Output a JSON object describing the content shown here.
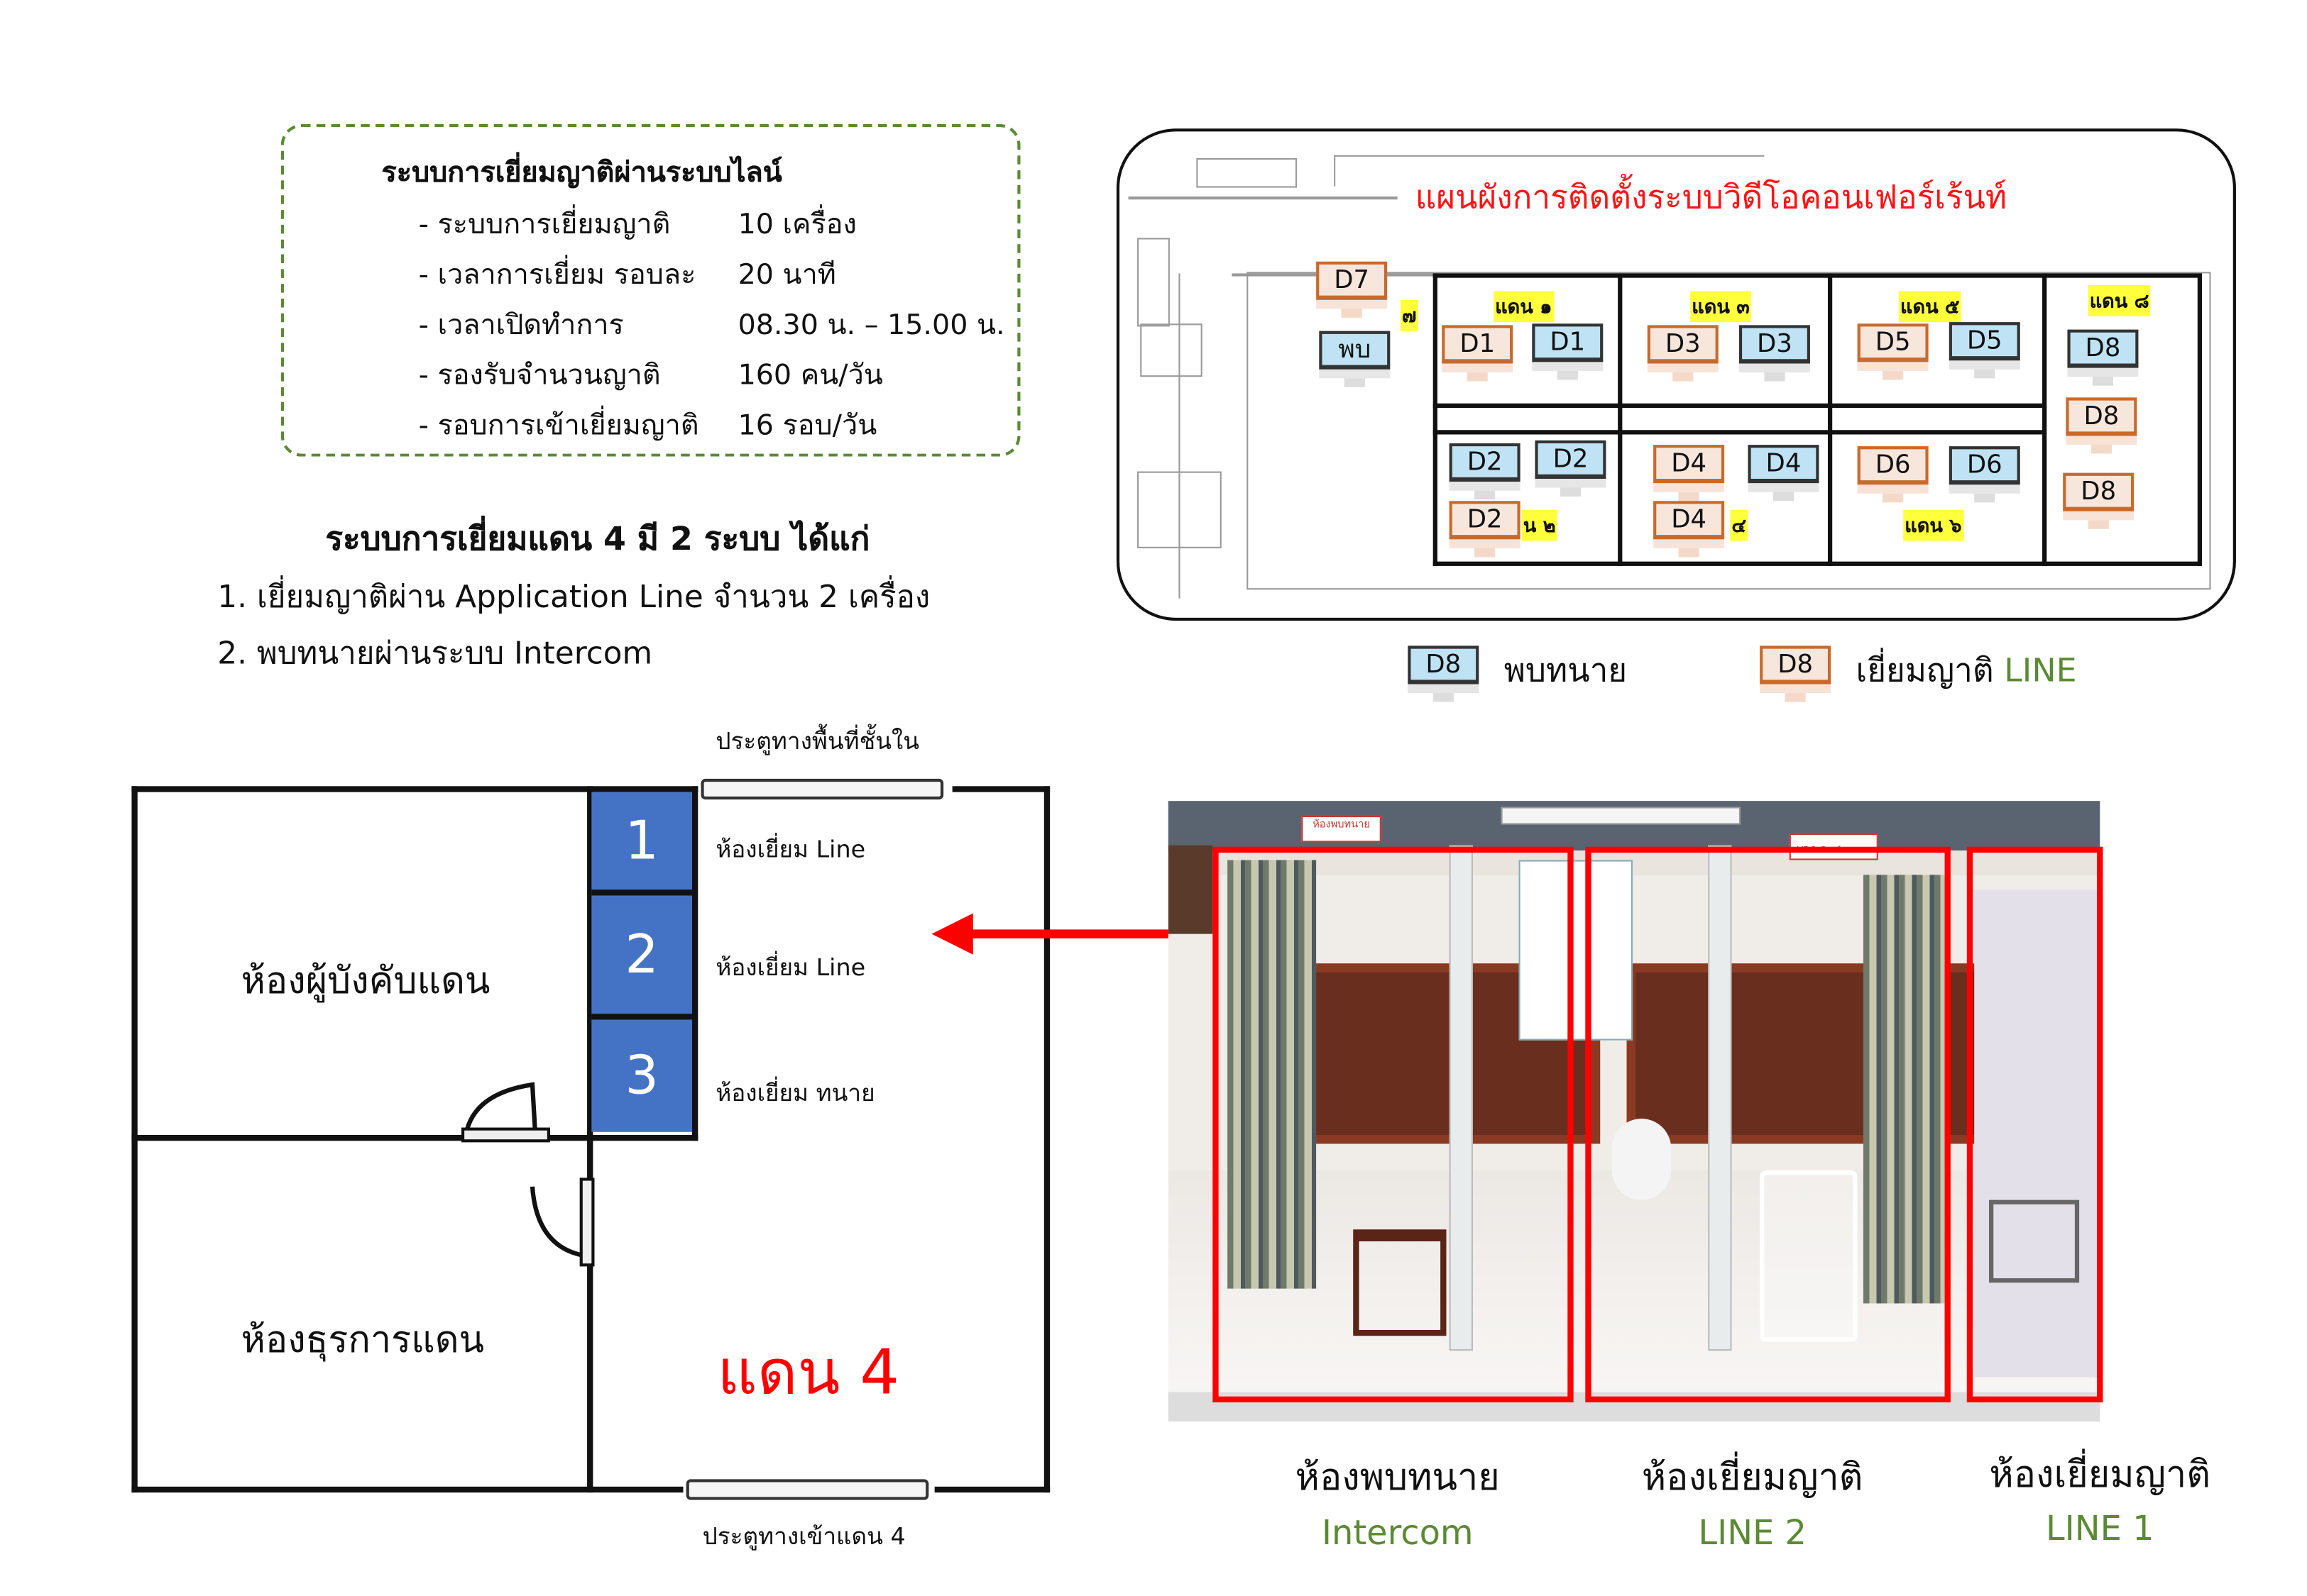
{
  "info_box": {
    "title": "ระบบการเยี่ยมญาติผ่านระบบไลน์",
    "rows": [
      {
        "label": "- ระบบการเยี่ยมญาติ",
        "value": "10 เครื่อง"
      },
      {
        "label": "- เวลาการเยี่ยม รอบละ",
        "value": "20 นาที"
      },
      {
        "label": "- เวลาเปิดทำการ",
        "value": "08.30 น. – 15.00 น."
      },
      {
        "label": "- รองรับจำนวนญาติ",
        "value": "160 คน/วัน"
      },
      {
        "label": "- รอบการเข้าเยี่ยมญาติ",
        "value": "16 รอบ/วัน"
      }
    ]
  },
  "systems": {
    "heading": "ระบบการเยี่ยมแดน 4 มี 2 ระบบ ได้แก่",
    "items": [
      "1. เยี่ยมญาติผ่าน Application Line จำนวน 2 เครื่อง",
      "2. พบทนายผ่านระบบ Intercom"
    ]
  },
  "map": {
    "title": "แผนผังการติดตั้งระบบวิดีโอคอนเฟอร์เร้นท์",
    "zones": [
      "แดน ๑",
      "แดน ๓",
      "แดน ๕",
      "แดน ๘",
      "๗",
      "น ๒",
      "๔",
      "แดน ๖"
    ],
    "monitors": [
      {
        "label": "D7",
        "type": "orange"
      },
      {
        "label": "พบ",
        "type": "blue"
      },
      {
        "label": "D1",
        "type": "orange"
      },
      {
        "label": "D1",
        "type": "blue"
      },
      {
        "label": "D3",
        "type": "orange"
      },
      {
        "label": "D3",
        "type": "blue"
      },
      {
        "label": "D5",
        "type": "orange"
      },
      {
        "label": "D5",
        "type": "blue"
      },
      {
        "label": "D8",
        "type": "blue"
      },
      {
        "label": "D8",
        "type": "orange"
      },
      {
        "label": "D8",
        "type": "orange"
      },
      {
        "label": "D2",
        "type": "blue"
      },
      {
        "label": "D2",
        "type": "blue"
      },
      {
        "label": "D2",
        "type": "orange"
      },
      {
        "label": "D4",
        "type": "orange"
      },
      {
        "label": "D4",
        "type": "blue"
      },
      {
        "label": "D4",
        "type": "orange"
      },
      {
        "label": "D6",
        "type": "orange"
      },
      {
        "label": "D6",
        "type": "blue"
      }
    ],
    "legend": [
      {
        "icon_label": "D8",
        "type": "blue",
        "text": "พบทนาย",
        "suffix": ""
      },
      {
        "icon_label": "D8",
        "type": "orange",
        "text": "เยี่ยมญาติ ",
        "suffix": "LINE"
      }
    ],
    "colors": {
      "blue": "#bfe3f4",
      "orange": "#f7e6dc",
      "title": "#ff1414",
      "zone_highlight": "#ffff3c"
    }
  },
  "floorplan": {
    "rooms": {
      "commander": "ห้องผู้บังคับแดน",
      "admin": "ห้องธุรการแดน",
      "zone": "แดน 4"
    },
    "booths": [
      {
        "number": "1",
        "label": "ห้องเยี่ยม Line"
      },
      {
        "number": "2",
        "label": "ห้องเยี่ยม Line"
      },
      {
        "number": "3",
        "label": "ห้องเยี่ยม ทนาย"
      }
    ],
    "top_door": "ประตูทางพื้นที่ชั้นใน",
    "bottom_door": "ประตูทางเข้าแดน 4",
    "colors": {
      "booth": "#4472c4",
      "zone": "#ff0000"
    }
  },
  "photo": {
    "captions": [
      {
        "title": "ห้องพบทนาย",
        "sub": "Intercom"
      },
      {
        "title": "ห้องเยี่ยมญาติ",
        "sub": "LINE 2"
      },
      {
        "title": "ห้องเยี่ยมญาติ",
        "sub": "LINE 1"
      }
    ],
    "signs": [
      "ห้องพบทนาย",
      "VDO Conference"
    ]
  }
}
